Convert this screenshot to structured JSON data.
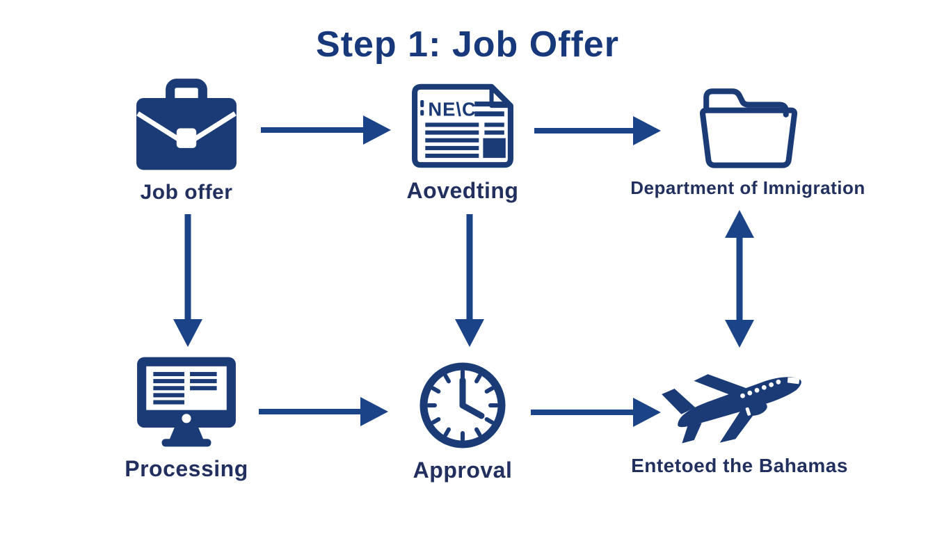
{
  "title": "Step 1: Job Offer",
  "colors": {
    "background": "#ffffff",
    "title_navy": "#17397c",
    "text_navy": "#22305f",
    "icon_navy": "#1a3b76",
    "arrow_navy": "#1a4388"
  },
  "nodes": {
    "job_offer": {
      "label": "Job offer",
      "icon": "briefcase-icon"
    },
    "advertising": {
      "label": "Aovedting",
      "icon": "newspaper-icon",
      "headline": "NE\\C"
    },
    "immigration": {
      "label": "Department of Imnigration",
      "icon": "folder-icon"
    },
    "processing": {
      "label": "Processing",
      "icon": "monitor-icon"
    },
    "approval": {
      "label": "Approval",
      "icon": "clock-icon"
    },
    "entered": {
      "label": "Entetoed the Bahamas",
      "icon": "airplane-icon"
    }
  },
  "arrows": [
    {
      "from": "job_offer",
      "to": "advertising",
      "direction": "right"
    },
    {
      "from": "advertising",
      "to": "immigration",
      "direction": "right"
    },
    {
      "from": "job_offer",
      "to": "processing",
      "direction": "down"
    },
    {
      "from": "advertising",
      "to": "approval",
      "direction": "down"
    },
    {
      "from": "immigration",
      "to": "entered",
      "direction": "both"
    },
    {
      "from": "processing",
      "to": "approval",
      "direction": "right"
    },
    {
      "from": "approval",
      "to": "entered",
      "direction": "right"
    }
  ]
}
